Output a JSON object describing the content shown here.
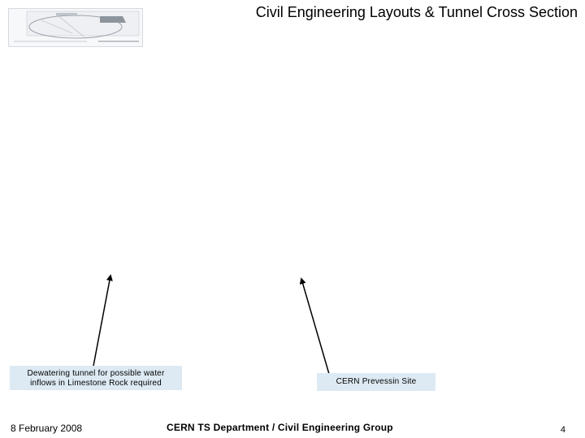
{
  "slide": {
    "title": "Civil Engineering Layouts & Tunnel Cross Section"
  },
  "thumbnail": {
    "icon": "site-layout-thumbnail"
  },
  "callouts": {
    "dewatering_line1": "Dewatering tunnel for possible water",
    "dewatering_line2": "inflows in Limestone Rock required",
    "prevessin": "CERN Prevessin Site",
    "background_color": "#ddeaf3"
  },
  "footer": {
    "date": "8 February 2008",
    "department": "CERN TS Department / Civil Engineering Group",
    "page_number": "4"
  }
}
